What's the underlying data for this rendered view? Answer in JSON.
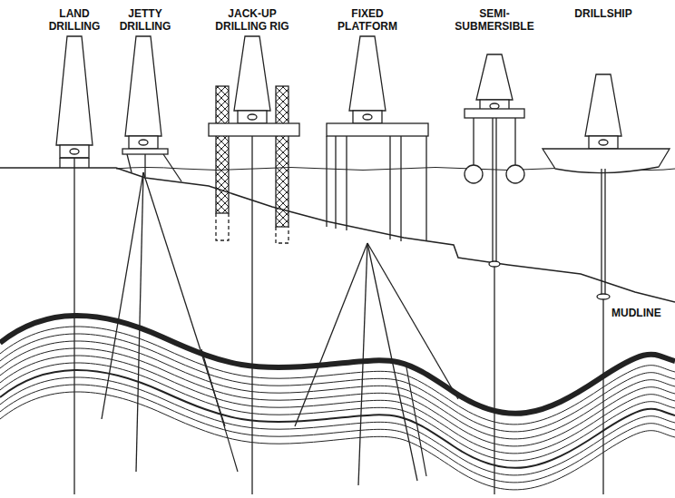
{
  "diagram": {
    "labels": [
      "LAND DRILLING",
      "JETTY DRILLING",
      "JACK-UP DRILLING RIG",
      "FIXED PLATFORM",
      "SEMI-SUBMERSIBLE",
      "DRILLSHIP",
      "MUDLINE"
    ]
  }
}
